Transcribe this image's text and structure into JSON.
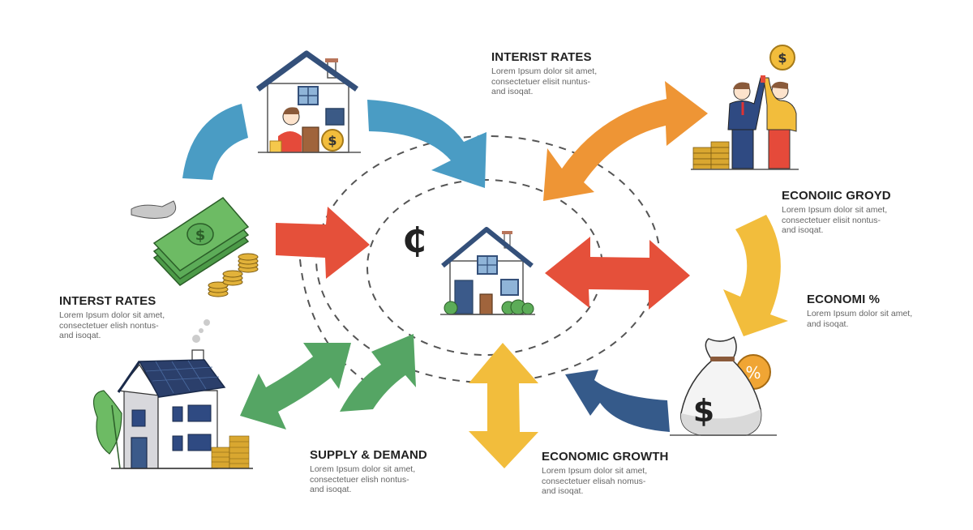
{
  "diagram": {
    "title": "Housing market economic factors cycle",
    "center": {
      "icon": "house-icon",
      "symbol": "₵"
    },
    "colors": {
      "blue": "#4a9cc4",
      "orange": "#ee9535",
      "red": "#e5503a",
      "yellow": "#f2bd3c",
      "green": "#55a564",
      "navy": "#355a8a",
      "text_dark": "#222222",
      "text_muted": "#666666",
      "dashed_line": "#555555"
    },
    "labels": [
      {
        "id": "top-center",
        "title": "INTERIST RATES",
        "body": [
          "Lorem Ipsum dolor sit amet,",
          "consectetuer elisit nuntus-",
          "and isoqat."
        ]
      },
      {
        "id": "right-upper",
        "title": "ECONOIIC GROYD",
        "body": [
          "Lorem Ipsum dolor sit amet,",
          "consectetuer elisit nontus-",
          "and isoqat."
        ]
      },
      {
        "id": "right-middle",
        "title": "ECONOMI %",
        "body": [
          "Lorem Ipsum dolor sit amet,",
          "and isoqat."
        ]
      },
      {
        "id": "left-middle",
        "title": "INTERST RATES",
        "body": [
          "Lorem Ipsum dolor sit amet,",
          "consectetuer elish nontus-",
          "and isoqat."
        ]
      },
      {
        "id": "bottom-left",
        "title": "SUPPLY & DEMAND",
        "body": [
          "Lorem Ipsum dolor sit amet,",
          "consectetuer elish nontus-",
          "and isoqat."
        ]
      },
      {
        "id": "bottom-right",
        "title": "ECONOMIC GROWTH",
        "body": [
          "Lorem Ipsum dolor sit amet,",
          "consectetuer elisah nomus-",
          "and isoqat."
        ]
      }
    ],
    "illustrations": [
      {
        "name": "house-with-person-icon",
        "description": "House with person sitting and gold dollar coin"
      },
      {
        "name": "handshake-businessmen-icon",
        "description": "Two men high-fiving with dollar coin and coin stacks"
      },
      {
        "name": "cash-stack-icon",
        "description": "Stack of green dollar bills with coins and bird"
      },
      {
        "name": "solar-house-icon",
        "description": "Two-story house with solar roof, tree and coin stacks"
      },
      {
        "name": "money-bag-icon",
        "description": "Money bag with dollar sign and percent coin"
      }
    ],
    "coin_symbols": {
      "dollar": "$",
      "percent": "%"
    }
  }
}
